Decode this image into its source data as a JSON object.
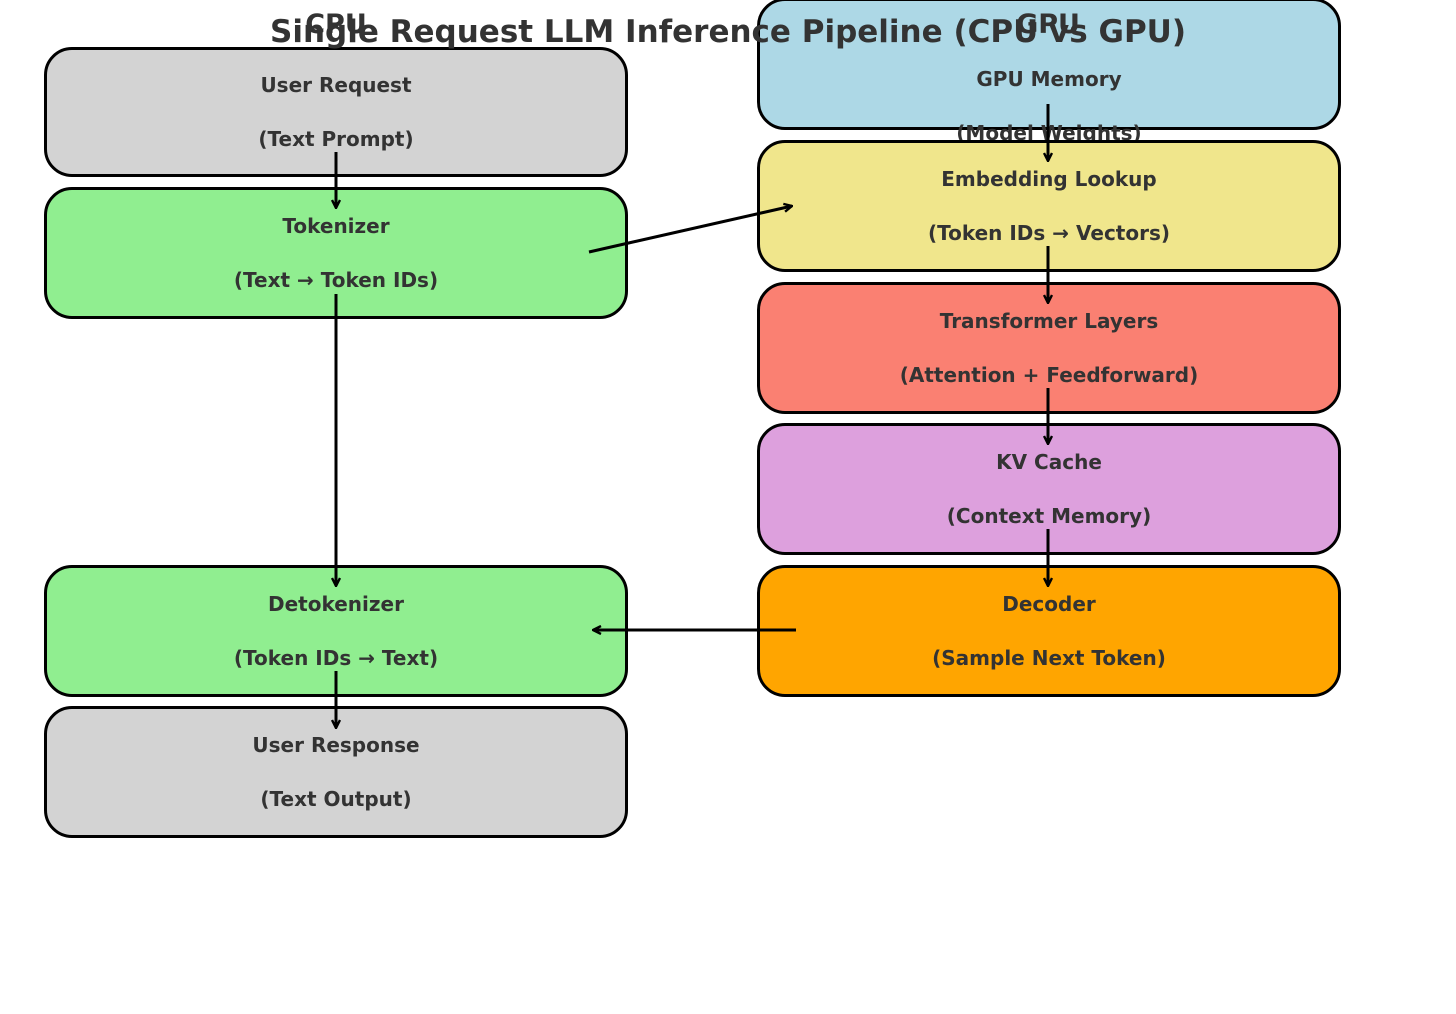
{
  "title": "Single Request LLM Inference Pipeline (CPU vs GPU)",
  "columns": {
    "cpu": "CPU",
    "gpu": "GPU"
  },
  "nodes": {
    "user_request": {
      "line1": "User Request",
      "line2": "(Text Prompt)",
      "color": "#d3d3d3"
    },
    "tokenizer": {
      "line1": "Tokenizer",
      "line2": "(Text → Token IDs)",
      "color": "#90ee90"
    },
    "detokenizer": {
      "line1": "Detokenizer",
      "line2": "(Token IDs → Text)",
      "color": "#90ee90"
    },
    "user_response": {
      "line1": "User Response",
      "line2": "(Text Output)",
      "color": "#d3d3d3"
    },
    "gpu_memory": {
      "line1": "GPU Memory",
      "line2": "(Model Weights)",
      "color": "#add8e6"
    },
    "embedding": {
      "line1": "Embedding Lookup",
      "line2": "(Token IDs → Vectors)",
      "color": "#f0e68c"
    },
    "transformer": {
      "line1": "Transformer Layers",
      "line2": "(Attention + Feedforward)",
      "color": "#fa8072"
    },
    "kv_cache": {
      "line1": "KV Cache",
      "line2": "(Context Memory)",
      "color": "#dda0dd"
    },
    "decoder": {
      "line1": "Decoder",
      "line2": "(Sample Next Token)",
      "color": "#ffa500"
    }
  },
  "edges": [
    [
      "user_request",
      "tokenizer"
    ],
    [
      "tokenizer",
      "embedding"
    ],
    [
      "tokenizer",
      "detokenizer"
    ],
    [
      "gpu_memory",
      "embedding"
    ],
    [
      "embedding",
      "transformer"
    ],
    [
      "transformer",
      "kv_cache"
    ],
    [
      "kv_cache",
      "decoder"
    ],
    [
      "decoder",
      "detokenizer"
    ],
    [
      "detokenizer",
      "user_response"
    ]
  ]
}
